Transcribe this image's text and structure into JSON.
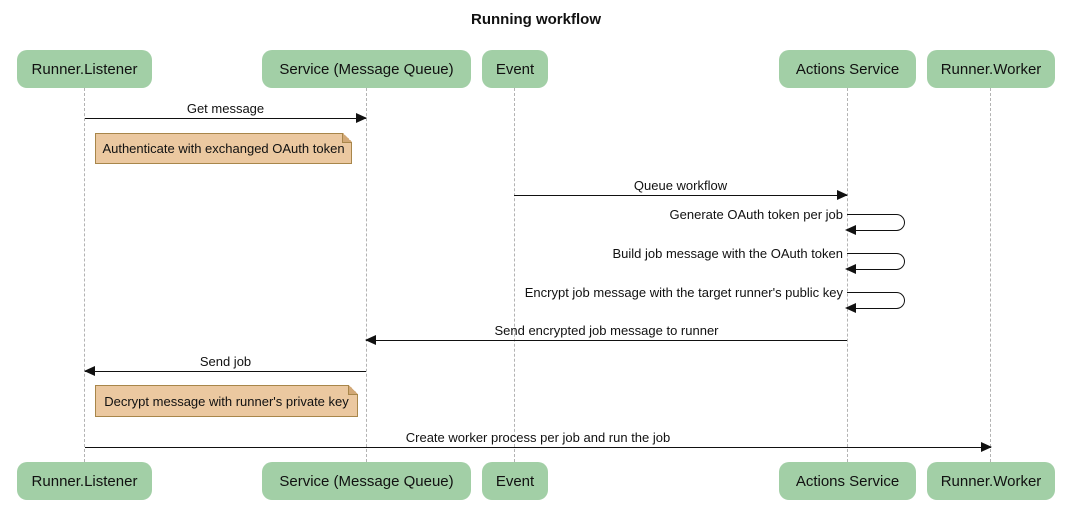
{
  "diagram": {
    "type": "sequence",
    "title": "Running workflow"
  },
  "colors": {
    "participant_fill": "#a2cfa6",
    "note_fill": "#ebc8a0",
    "note_border": "#a8864a",
    "note_fold": "#d2a876",
    "lifeline": "#b3b3b3",
    "line": "#111111",
    "text": "#111111",
    "background": "#ffffff"
  },
  "participants": [
    {
      "label": "Runner.Listener"
    },
    {
      "label": "Service (Message Queue)"
    },
    {
      "label": "Event"
    },
    {
      "label": "Actions Service"
    },
    {
      "label": "Runner.Worker"
    }
  ],
  "messages": [
    {
      "from": "Runner.Listener",
      "to": "Service (Message Queue)",
      "direction": "right",
      "label": "Get message"
    },
    {
      "from": "Event",
      "to": "Actions Service",
      "direction": "right",
      "label": "Queue workflow"
    },
    {
      "from": "Actions Service",
      "to": "Actions Service",
      "direction": "self",
      "label": "Generate OAuth token per job"
    },
    {
      "from": "Actions Service",
      "to": "Actions Service",
      "direction": "self",
      "label": "Build job message with the OAuth token"
    },
    {
      "from": "Actions Service",
      "to": "Actions Service",
      "direction": "self",
      "label": "Encrypt job message with the target runner's public key"
    },
    {
      "from": "Actions Service",
      "to": "Service (Message Queue)",
      "direction": "left",
      "label": "Send encrypted job message to runner"
    },
    {
      "from": "Service (Message Queue)",
      "to": "Runner.Listener",
      "direction": "left",
      "label": "Send job"
    },
    {
      "from": "Runner.Listener",
      "to": "Runner.Worker",
      "direction": "right",
      "label": "Create worker process per job and run the job"
    }
  ],
  "notes": [
    {
      "over": "Runner.Listener",
      "text": "Authenticate with exchanged OAuth token"
    },
    {
      "over": "Runner.Listener",
      "text": "Decrypt message with runner's private key"
    }
  ]
}
